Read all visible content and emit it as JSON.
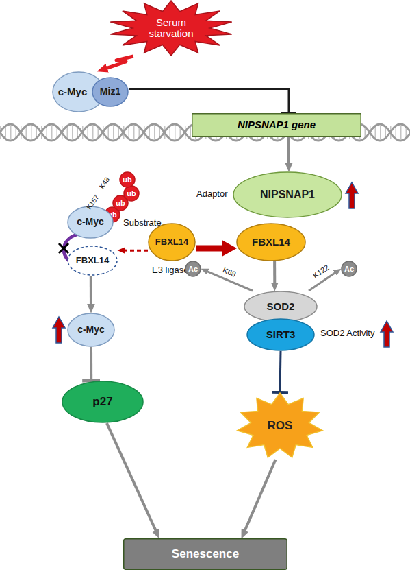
{
  "diagram": {
    "nodes": [
      {
        "text": [
          "Serum starvation"
        ]
      },
      {
        "text": [
          "c-Myc"
        ]
      },
      {
        "text": [
          "Miz1"
        ]
      },
      {
        "text": [
          "NIPSNAP1 gene"
        ]
      },
      {
        "text": [
          "ub"
        ]
      },
      {
        "text": [
          "ub"
        ]
      },
      {
        "text": [
          "ub"
        ]
      },
      {
        "text": [
          "ub"
        ]
      },
      {
        "text": [
          "c-Myc",
          "Substrate"
        ]
      },
      {
        "text": [
          "Adaptor",
          "NIPSNAP1"
        ]
      },
      {
        "text": [
          "FBXL14"
        ]
      },
      {
        "text": [
          "FBXL14",
          "E3 ligase"
        ]
      },
      {
        "text": [
          "FBXL14"
        ]
      },
      {
        "text": [
          "Ac"
        ]
      },
      {
        "text": [
          "Ac"
        ]
      },
      {
        "text": [
          "SOD2"
        ]
      },
      {
        "text": [
          "SIRT3"
        ]
      },
      {
        "text": [
          "c-Myc"
        ]
      },
      {
        "text": [
          "ROS"
        ]
      },
      {
        "text": [
          "p27"
        ]
      },
      {
        "text": [
          "Senescence"
        ]
      }
    ],
    "edges": [
      {
        "from": 0,
        "to": 1,
        "arrow": "to"
      },
      {
        "from": 2,
        "to": 3,
        "arrow": "to"
      },
      {
        "from": 3,
        "to": 9,
        "arrow": "to"
      },
      {
        "from": 11,
        "to": 10,
        "arrow": "to"
      },
      {
        "from": 11,
        "to": 12,
        "arrow": "to"
      },
      {
        "from": 12,
        "to": 15,
        "arrow": "to"
      },
      {
        "from": 15,
        "to": 13,
        "arrow": "to",
        "label": "K68"
      },
      {
        "from": 15,
        "to": 14,
        "arrow": "to",
        "label": "K122"
      },
      {
        "from": 16,
        "to": 18,
        "arrow": "to"
      },
      {
        "from": 10,
        "to": 17,
        "arrow": "to"
      },
      {
        "from": 17,
        "to": 19,
        "arrow": "to"
      },
      {
        "from": 19,
        "to": 20,
        "arrow": "to"
      },
      {
        "from": 18,
        "to": 20,
        "arrow": "to"
      }
    ],
    "labels": [
      "K48",
      "K157",
      "SOD2 Activity"
    ]
  }
}
